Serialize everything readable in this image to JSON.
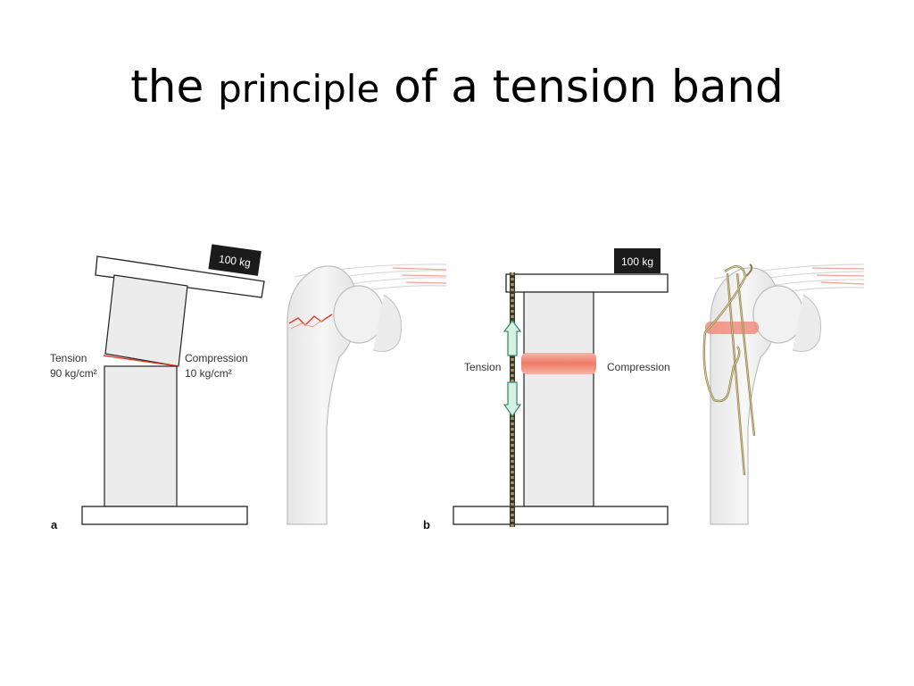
{
  "slide": {
    "title_part1": "the ",
    "title_part2": "principle",
    "title_part3": " of a tension band"
  },
  "panel_a": {
    "letter": "a",
    "weight": "100 kg",
    "tension_label": "Tension",
    "tension_value": "90 kg/cm²",
    "compression_label": "Compression",
    "compression_value": "10 kg/cm²"
  },
  "panel_b": {
    "letter": "b",
    "weight": "100 kg",
    "tension_label": "Tension",
    "compression_label": "Compression"
  },
  "colors": {
    "fracture": "#e03a2a",
    "block_fill": "#ededed",
    "compression_band": "#f0826f",
    "arrow_fill": "#d6f0e6",
    "arrow_stroke": "#3d8f6f",
    "wire": "#c2b07a"
  }
}
